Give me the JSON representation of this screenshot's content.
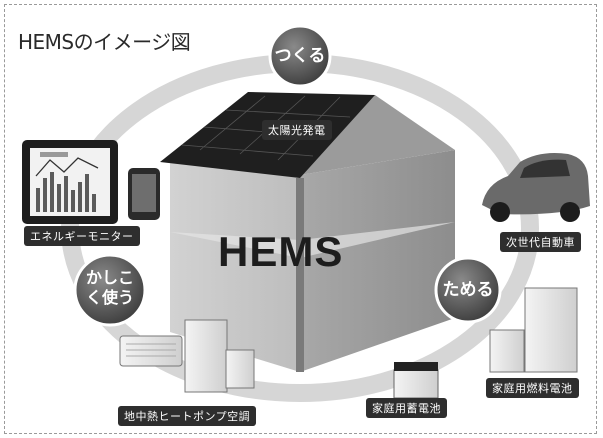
{
  "title": "HEMSのイメージ図",
  "center_label": "HEMS",
  "roles": {
    "create": "つくる",
    "store": "ためる",
    "use": "かしこく使う"
  },
  "devices": {
    "solar": "太陽光発電",
    "monitor": "エネルギーモニター",
    "car": "次世代自動車",
    "heat_pump": "地中熱ヒートポンプ空調",
    "battery": "家庭用蓄電池",
    "fuel_cell": "家庭用燃料電池"
  }
}
